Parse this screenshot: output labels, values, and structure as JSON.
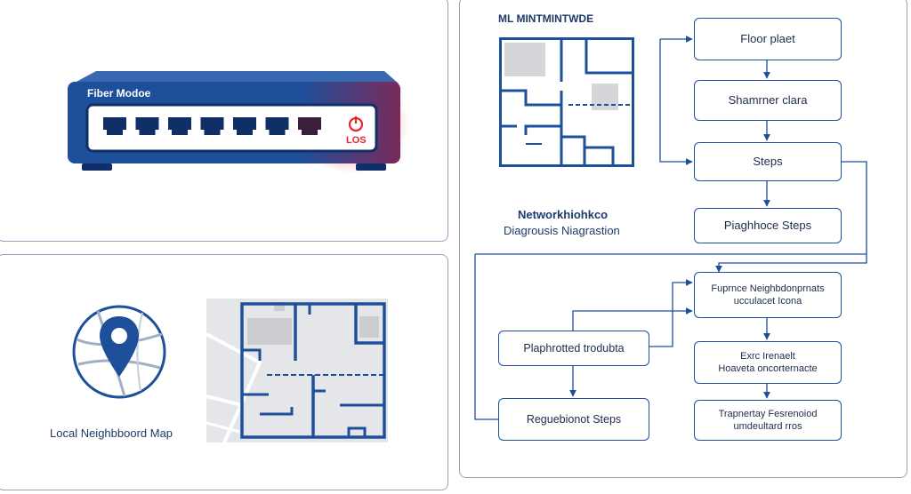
{
  "modem": {
    "title": "Fiber Modoe",
    "los_label": "LOS",
    "port_count": 7,
    "accent_red": "#e8242c",
    "body_blue": "#1e4f9a"
  },
  "floorplan_panel": {
    "title": "ML MINTMINTWDE",
    "caption_line1": "Networkhiohkco",
    "caption_line2": "Diagrousis Niagrastion"
  },
  "map_panel": {
    "caption": "Local Neighbboord Map"
  },
  "flow_top": {
    "box1": "Floor plaet",
    "box2": "Shamrner clara",
    "box3": "Steps",
    "box4": "Piaghhoce Steps"
  },
  "flow_bottom": {
    "right1_line1": "Fuprnce Neighbdonprnats",
    "right1_line2": "ucculacet Icona",
    "left1": "Plaphrotted trodubta",
    "right2_line1": "Exrc Irenaelt",
    "right2_line2": "Hoaveta oncorternacte",
    "left2": "Reguebionot Steps",
    "right3_line1": "Trapnertay Fesrenoiod",
    "right3_line2": "umdeultard rros"
  },
  "colors": {
    "navy": "#1e4f9a",
    "panel_border": "#8fa3bb",
    "room_gray": "#d4d6da"
  }
}
